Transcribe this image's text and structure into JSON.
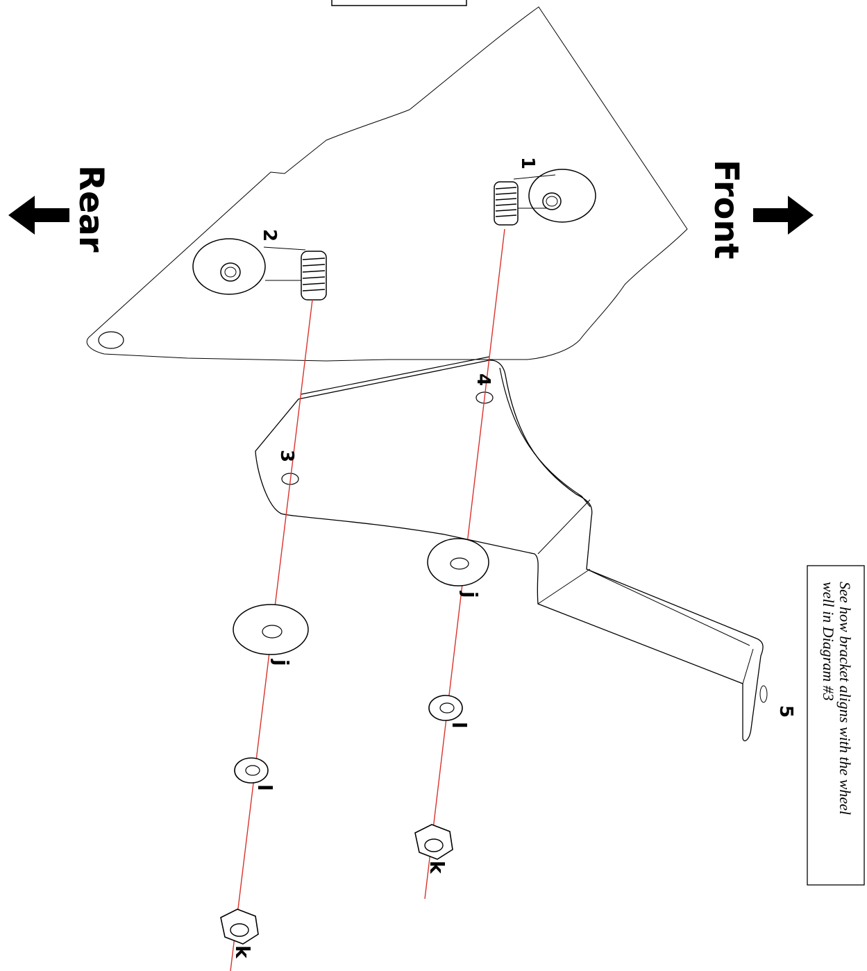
{
  "directions": {
    "front": "Front",
    "rear": "Rear"
  },
  "note": {
    "line1": "See how bracket aligns with the wheel",
    "line2": "well in Diagram #3"
  },
  "callouts": {
    "stud_front": "1",
    "stud_rear": "2",
    "hole_rear": "3",
    "hole_front": "4",
    "bracket_tab": "5",
    "flat_washer": "j",
    "lock_washer": "l",
    "nut": "k"
  },
  "colors": {
    "line": "#000000",
    "alignment_line": "#d9322b",
    "background": "#ffffff"
  }
}
